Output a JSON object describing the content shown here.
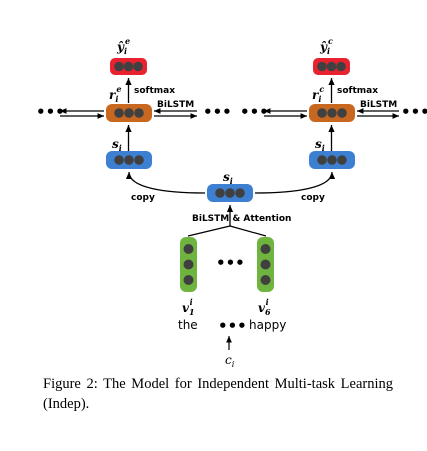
{
  "diagram": {
    "left_output_label": {
      "base": "ŷ",
      "sub": "i",
      "sup": "e"
    },
    "right_output_label": {
      "base": "ŷ",
      "sub": "i",
      "sup": "c"
    },
    "left_hidden_label": {
      "base": "r",
      "sub": "i",
      "sup": "e"
    },
    "right_hidden_label": {
      "base": "r",
      "sub": "i",
      "sup": "c"
    },
    "softmax_label": "softmax",
    "bilstm_label": "BiLSTM",
    "s_label": {
      "base": "s",
      "sub": "i"
    },
    "copy_label": "copy",
    "bilstm_attention_label": "BiLSTM & Attention",
    "word_vec_first": {
      "base": "v",
      "sub": "1",
      "sup": "i"
    },
    "word_vec_last": {
      "base": "v",
      "sub": "6",
      "sup": "i"
    },
    "word_first": "the",
    "word_last": "happy",
    "ellipsis": "…",
    "dots": "•••",
    "context_label": {
      "base": "c",
      "sub": "i"
    },
    "colors": {
      "red": "#e8232f",
      "orange": "#c8671f",
      "blue": "#3d7fd0",
      "green": "#6fb43f",
      "node": "#404040"
    }
  },
  "caption": "Figure 2:  The Model for Independent Multi-task Learning (Indep)."
}
